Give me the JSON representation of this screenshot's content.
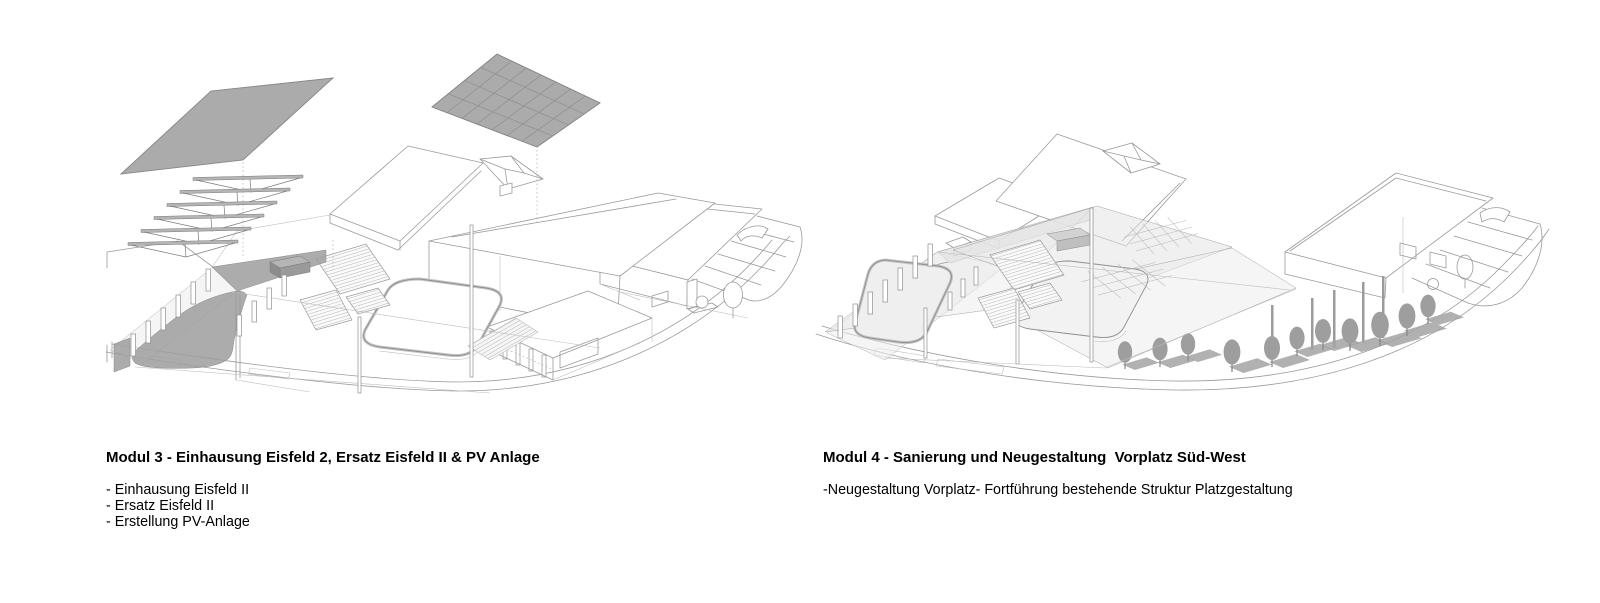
{
  "sheet": {
    "background": "#ffffff"
  },
  "colors": {
    "text": "#000000",
    "roof_panel": "#ababab",
    "pv_panel": "#ababab",
    "highlight": "#9e9e9e",
    "wireframe_line": "#9a9a9a",
    "light_fill": "#e9e9e9",
    "tree": "#9e9e9e"
  },
  "figures": [
    {
      "id": "modul3",
      "title": "Modul 3 - Einhausung Eisfeld 2, Ersatz Eisfeld II & PV Anlage",
      "bullets": [
        "- Einhausung Eisfeld II",
        "- Ersatz Eisfeld II",
        "- Erstellung PV-Anlage"
      ]
    },
    {
      "id": "modul4",
      "title": "Modul 4 - Sanierung und Neugestaltung  Vorplatz Süd-West",
      "bullets": [
        "-Neugestaltung Vorplatz- Fortführung bestehende Struktur Platzgestaltung"
      ]
    }
  ]
}
